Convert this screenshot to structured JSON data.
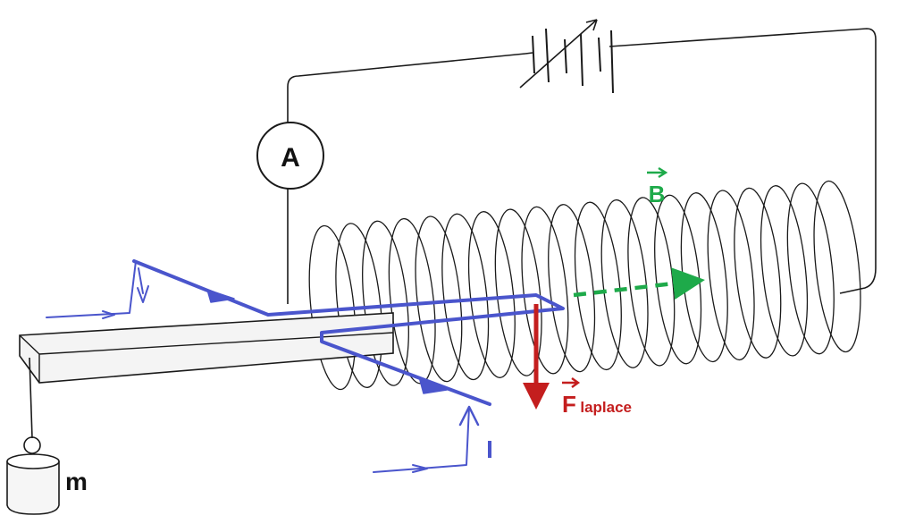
{
  "labels": {
    "ammeter": "A",
    "field": "B",
    "force_main": "F",
    "force_sub": "laplace",
    "current": "I",
    "mass": "m"
  },
  "colors": {
    "wire": "#1a1a1a",
    "current": "#4a55cc",
    "field": "#1eaa4a",
    "force": "#c41e1e",
    "balance": "#f4f4f4"
  },
  "icons": [
    "battery-icon",
    "ammeter-icon",
    "mass-icon"
  ]
}
